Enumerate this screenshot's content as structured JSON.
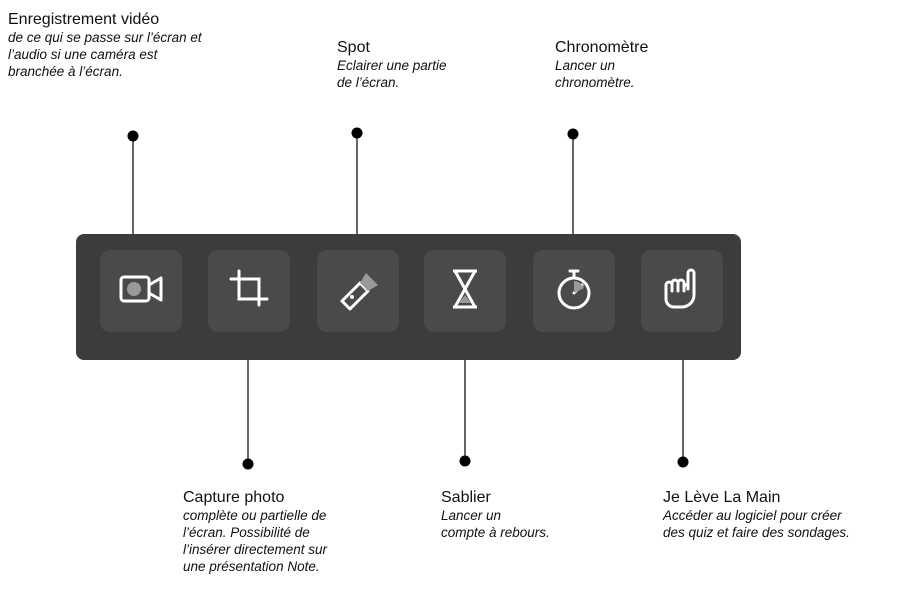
{
  "labels": {
    "video": {
      "title": "Enregistrement vidéo",
      "desc": "de ce qui se passe sur l’écran et\nl’audio si une caméra est\nbranchée à l’écran."
    },
    "spot": {
      "title": "Spot",
      "desc": "Eclairer une partie\nde l’écran."
    },
    "chrono": {
      "title": "Chronomètre",
      "desc": "Lancer un\nchronomètre."
    },
    "capture": {
      "title": "Capture photo",
      "desc": "complète ou partielle de\nl’écran. Possibilité de\nl’insérer directement sur\nune présentation Note."
    },
    "sablier": {
      "title": "Sablier",
      "desc": "Lancer un\ncompte à rebours."
    },
    "main": {
      "title": "Je Lève La Main",
      "desc": "Accéder au logiciel pour créer\ndes quiz et faire des sondages."
    }
  },
  "toolbar": {
    "tools": [
      {
        "icon": "video-camera-icon"
      },
      {
        "icon": "crop-icon"
      },
      {
        "icon": "flashlight-icon"
      },
      {
        "icon": "hourglass-icon"
      },
      {
        "icon": "stopwatch-icon"
      },
      {
        "icon": "raised-hand-icon"
      }
    ]
  },
  "colors": {
    "toolbar_bg": "#3c3c3c",
    "button_bg": "#4a4a4a",
    "icon": "#ffffff",
    "leader": "#000000"
  }
}
